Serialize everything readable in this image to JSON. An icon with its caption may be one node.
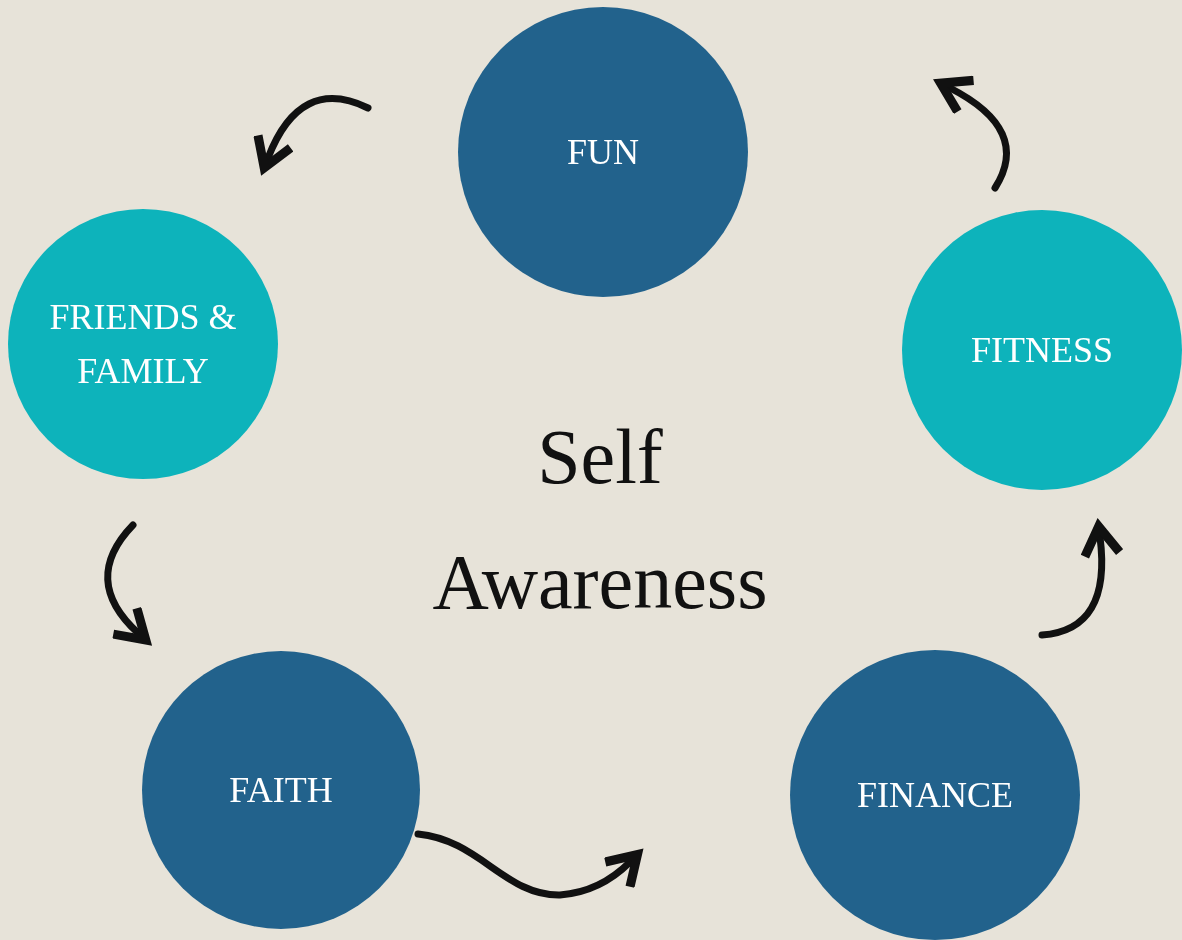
{
  "diagram": {
    "nodes": [
      {
        "text": [
          "FUN"
        ]
      },
      {
        "text": [
          "FITNESS"
        ]
      },
      {
        "text": [
          "FINANCE"
        ]
      },
      {
        "text": [
          "FAITH"
        ]
      },
      {
        "text": [
          "FRIENDS & FAMILY"
        ]
      }
    ],
    "edges": [
      {
        "from": null,
        "to": 4,
        "arrow": "to"
      },
      {
        "from": 4,
        "to": 3,
        "arrow": "to"
      },
      {
        "from": 3,
        "to": null,
        "arrow": "to"
      },
      {
        "from": 2,
        "to": 1,
        "arrow": "to"
      },
      {
        "from": 1,
        "to": null,
        "arrow": "to"
      }
    ],
    "labels": [
      "Self Awareness"
    ]
  }
}
